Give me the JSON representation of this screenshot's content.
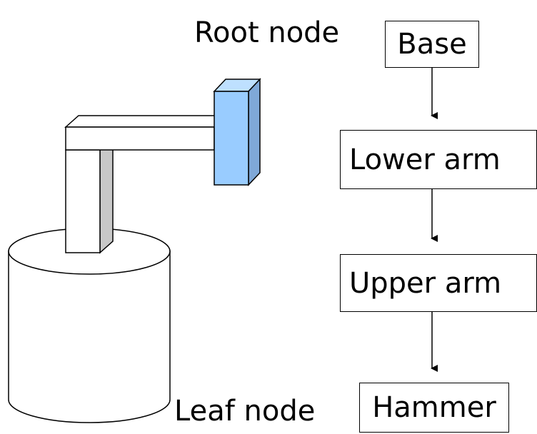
{
  "labels": {
    "root": "Root node",
    "leaf": "Leaf node"
  },
  "nodes": [
    {
      "id": "base",
      "label": "Base"
    },
    {
      "id": "lower-arm",
      "label": "Lower arm"
    },
    {
      "id": "upper-arm",
      "label": "Upper arm"
    },
    {
      "id": "hammer",
      "label": "Hammer"
    }
  ],
  "colors": {
    "hammer_front": "#99CCFF",
    "hammer_side": "#7FA8D8",
    "hammer_top": "#BEE0FF",
    "arm_shadow": "#C8C8C8",
    "outline": "#000000"
  },
  "icons": {
    "robot_arm": "robot-arm-illustration"
  }
}
